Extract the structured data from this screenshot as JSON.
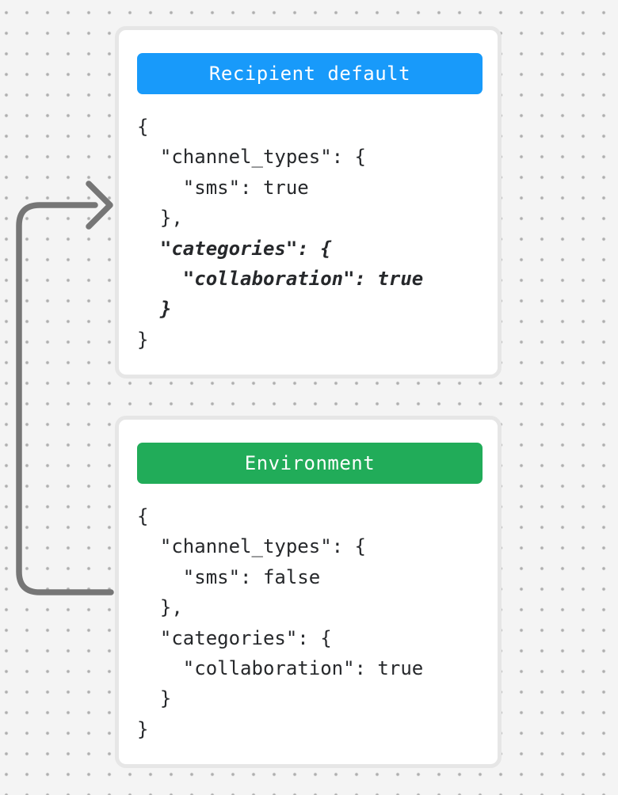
{
  "canvas": {
    "background_color": "#f4f4f4",
    "dot_color": "#aeaeae"
  },
  "arrow": {
    "color": "#767676",
    "description": "curved connector from Environment card to Recipient default card",
    "direction": "environment-to-recipient-default"
  },
  "cards": [
    {
      "id": "recipient-default",
      "header": {
        "label": "Recipient default",
        "color": "#189afa"
      },
      "code_lines": [
        {
          "text": "{",
          "emphasis": false
        },
        {
          "text": "  \"channel_types\": {",
          "emphasis": false
        },
        {
          "text": "    \"sms\": true",
          "emphasis": false
        },
        {
          "text": "  },",
          "emphasis": false
        },
        {
          "text": "  \"categories\": {",
          "emphasis": true
        },
        {
          "text": "    \"collaboration\": true",
          "emphasis": true
        },
        {
          "text": "  }",
          "emphasis": true
        },
        {
          "text": "}",
          "emphasis": false
        }
      ]
    },
    {
      "id": "environment",
      "header": {
        "label": "Environment",
        "color": "#21ac59"
      },
      "code_lines": [
        {
          "text": "{",
          "emphasis": false
        },
        {
          "text": "  \"channel_types\": {",
          "emphasis": false
        },
        {
          "text": "    \"sms\": false",
          "emphasis": false
        },
        {
          "text": "  },",
          "emphasis": false
        },
        {
          "text": "  \"categories\": {",
          "emphasis": false
        },
        {
          "text": "    \"collaboration\": true",
          "emphasis": false
        },
        {
          "text": "  }",
          "emphasis": false
        },
        {
          "text": "}",
          "emphasis": false
        }
      ]
    }
  ]
}
